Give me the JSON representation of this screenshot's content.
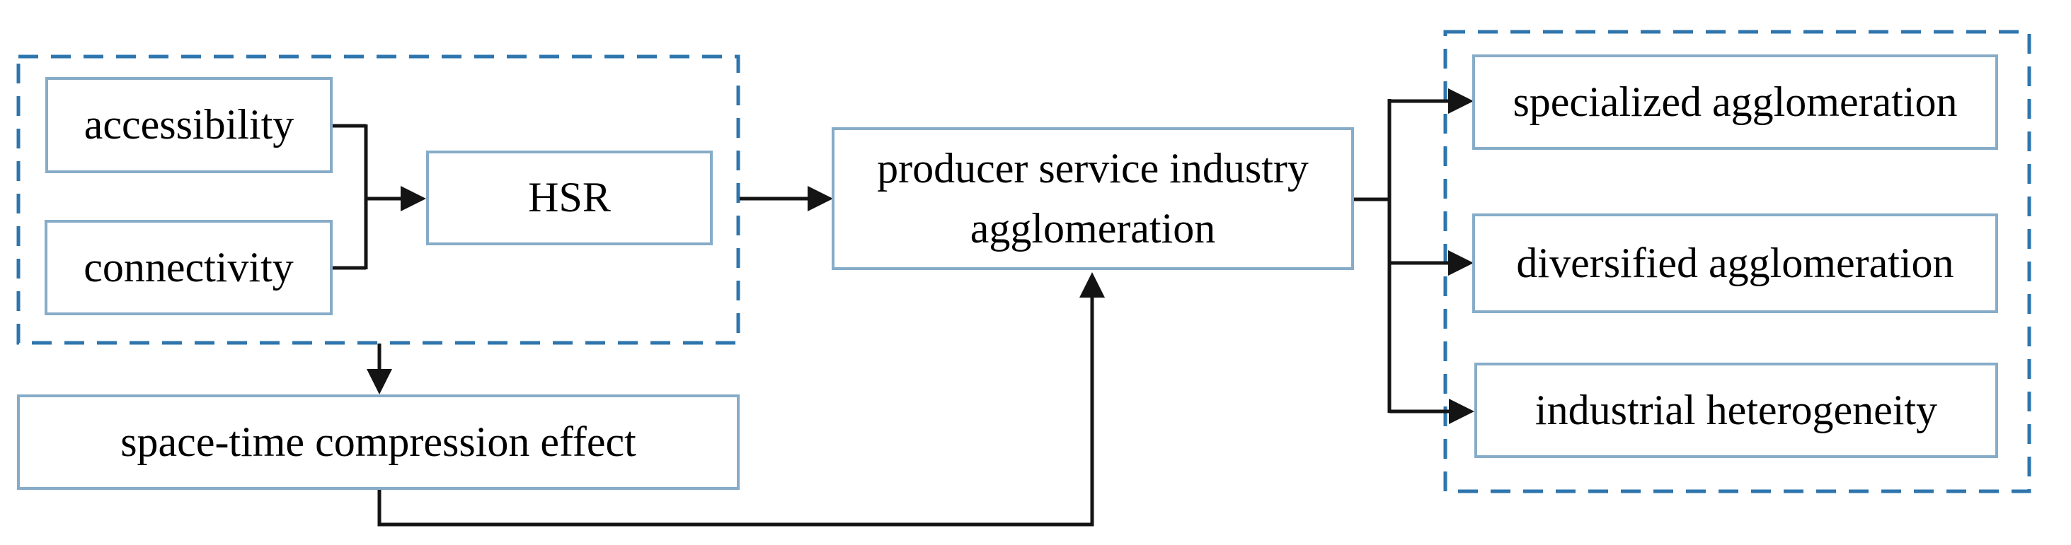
{
  "colors": {
    "box_border": "#86acc8",
    "dashed_border": "#2e75ad",
    "connector": "#141414",
    "text": "#000000",
    "background": "#ffffff"
  },
  "nodes": {
    "accessibility": {
      "label": "accessibility"
    },
    "connectivity": {
      "label": "connectivity"
    },
    "hsr": {
      "label": "HSR"
    },
    "producer": {
      "label": "producer service industry agglomeration"
    },
    "space_time": {
      "label": "space-time compression effect"
    },
    "specialized": {
      "label": "specialized agglomeration"
    },
    "diversified": {
      "label": "diversified agglomeration"
    },
    "industrial": {
      "label": "industrial heterogeneity"
    }
  },
  "edges": [
    {
      "from": "accessibility",
      "to": "HSR"
    },
    {
      "from": "connectivity",
      "to": "HSR"
    },
    {
      "from": "HSR group",
      "to": "producer service industry agglomeration"
    },
    {
      "from": "HSR group",
      "to": "space-time compression effect"
    },
    {
      "from": "space-time compression effect",
      "to": "producer service industry agglomeration"
    },
    {
      "from": "producer service industry agglomeration",
      "to": "specialized agglomeration"
    },
    {
      "from": "producer service industry agglomeration",
      "to": "diversified agglomeration"
    },
    {
      "from": "producer service industry agglomeration",
      "to": "industrial heterogeneity"
    }
  ]
}
